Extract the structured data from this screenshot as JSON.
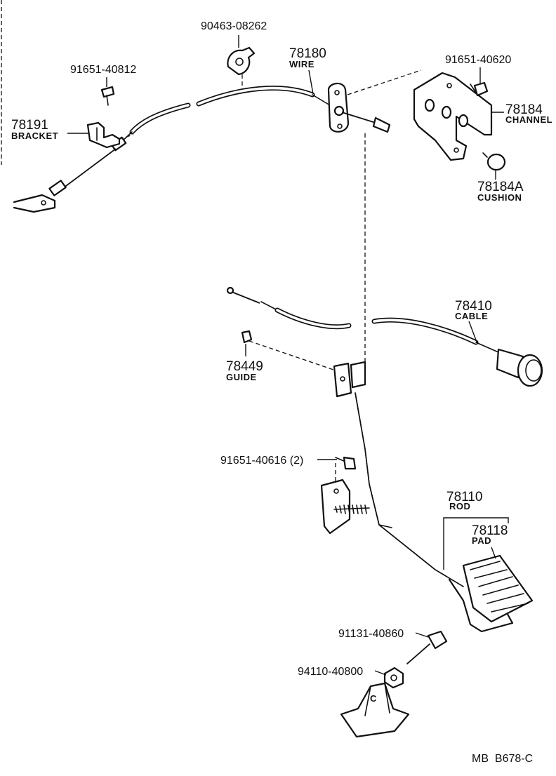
{
  "diagram": {
    "code": "MB  B678-C",
    "parts": [
      {
        "id": "p1",
        "number": "90463-08262",
        "name": ""
      },
      {
        "id": "p2",
        "number": "78180",
        "name": "WIRE"
      },
      {
        "id": "p3",
        "number": "91651-40812",
        "name": ""
      },
      {
        "id": "p4",
        "number": "91651-40620",
        "name": ""
      },
      {
        "id": "p5",
        "number": "78184",
        "name": "CHANNEL"
      },
      {
        "id": "p6",
        "number": "78191",
        "name": "BRACKET"
      },
      {
        "id": "p7",
        "number": "78184A",
        "name": "CUSHION"
      },
      {
        "id": "p8",
        "number": "78410",
        "name": "CABLE"
      },
      {
        "id": "p9",
        "number": "78449",
        "name": "GUIDE"
      },
      {
        "id": "p10",
        "number": "91651-40616 (2)",
        "name": ""
      },
      {
        "id": "p11",
        "number": "78110",
        "name": "ROD"
      },
      {
        "id": "p12",
        "number": "78118",
        "name": "PAD"
      },
      {
        "id": "p13",
        "number": "91131-40860",
        "name": ""
      },
      {
        "id": "p14",
        "number": "94110-40800",
        "name": ""
      }
    ]
  }
}
